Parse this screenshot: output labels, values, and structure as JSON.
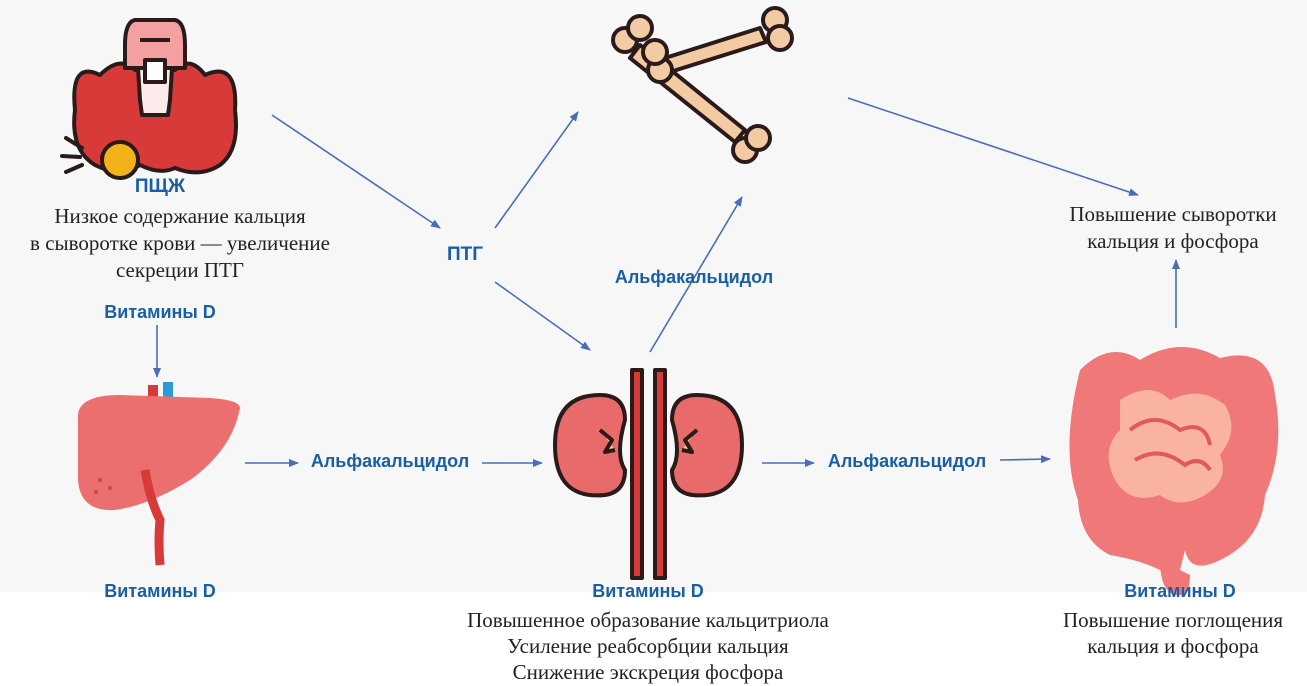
{
  "thyroid": {
    "label": "ПЩЖ",
    "desc": [
      "Низкое содержание кальция",
      "в сыворотке крови — увеличение",
      "секреции ПТГ"
    ]
  },
  "pth_label": "ПТГ",
  "vitd_top_liver": "Витамины D",
  "liver_caption": "Витамины D",
  "arrow_label_liver_kidney": "Альфакальцидол",
  "arrow_label_kidney_bone": "Альфакальцидол",
  "arrow_label_kidney_intestine": "Альфакальцидол",
  "kidney": {
    "label": "Витамины D",
    "desc": [
      "Повышенное образование кальцитриола",
      "Усиление реабсорбции кальция",
      "Снижение экскреция фосфора"
    ]
  },
  "intestine": {
    "label": "Витамины D",
    "desc": [
      "Повышение поглощения",
      "кальция и фосфора"
    ]
  },
  "serum_result": [
    "Повышение сыворотки",
    "кальция и фосфора"
  ],
  "colors": {
    "label_blue": "#1a5ea5",
    "arrow_blue": "#4a6eb5",
    "organ_red": "#d83a3a",
    "liver_pink": "#ec6f6f",
    "bone": "#f2caa4",
    "intestine_pink": "#f07878"
  },
  "icons": [
    "thyroid-icon",
    "bone-icon",
    "liver-icon",
    "kidney-icon",
    "intestine-icon"
  ]
}
